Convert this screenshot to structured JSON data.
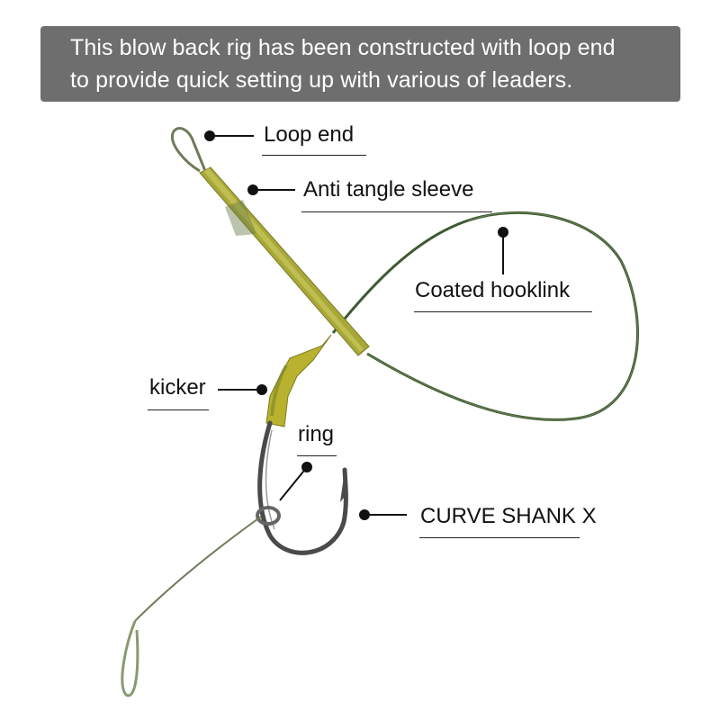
{
  "banner": {
    "line1": "This blow back rig has been constructed with loop end",
    "line2": "to provide quick setting up with various of leaders."
  },
  "labels": {
    "loop_end": "Loop end",
    "anti_tangle_sleeve": "Anti tangle sleeve",
    "coated_hooklink": "Coated hooklink",
    "kicker": "kicker",
    "ring": "ring",
    "curve_shank": "CURVE SHANK X"
  },
  "colors": {
    "banner_bg": "#6e6e6e",
    "sleeve": "#a8a83a",
    "hooklink": "#3f5a32",
    "hook": "#4a4a4a"
  }
}
